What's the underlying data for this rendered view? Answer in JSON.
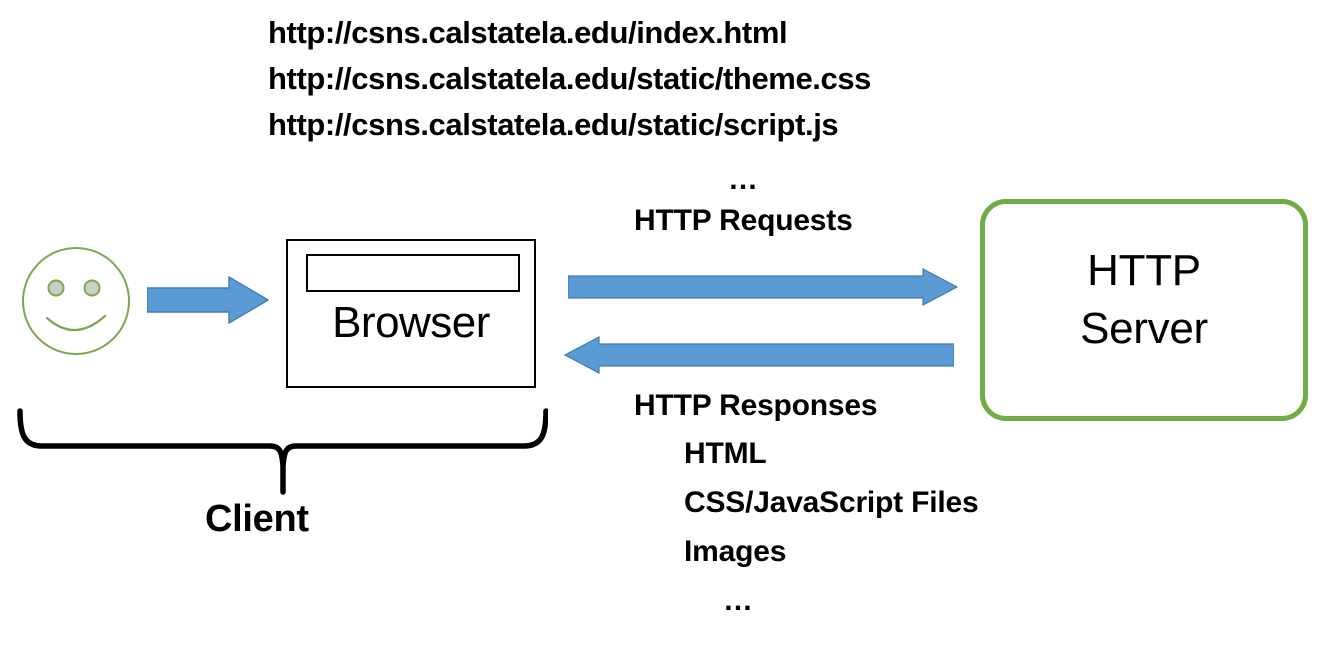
{
  "diagram": {
    "title": "HTTP request/response between browser client and HTTP server",
    "colors": {
      "arrow_fill": "#5B9BD5",
      "arrow_stroke": "#3E7CB1",
      "server_border": "#70AD47",
      "smiley_stroke": "#70AD47",
      "smiley_eye_fill": "#C9CFC4",
      "text": "#000000",
      "background": "#FFFFFF"
    },
    "urls": [
      "http://csns.calstatela.edu/index.html",
      "http://csns.calstatela.edu/static/theme.css",
      "http://csns.calstatela.edu/static/script.js"
    ],
    "requests": {
      "ellipsis": "…",
      "label": "HTTP Requests"
    },
    "responses": {
      "label": "HTTP Responses",
      "items": [
        "HTML",
        "CSS/JavaScript Files",
        "Images"
      ],
      "ellipsis": "…"
    },
    "browser": {
      "title": "Browser",
      "address_bar_value": ""
    },
    "server": {
      "line1": "HTTP",
      "line2": "Server"
    },
    "client": {
      "label": "Client"
    },
    "icons": {
      "user": "smiley-face-icon",
      "user_to_browser_arrow": "right-arrow-icon",
      "request_arrow": "right-arrow-icon",
      "response_arrow": "left-arrow-icon",
      "client_group": "curly-brace-icon"
    }
  }
}
